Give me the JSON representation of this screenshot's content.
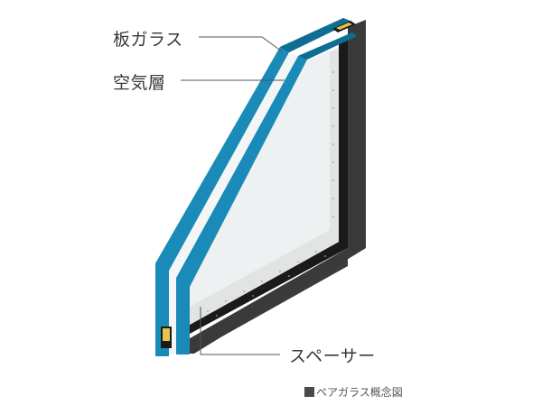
{
  "labels": {
    "glass": "板ガラス",
    "air_layer": "空気層",
    "spacer": "スペーサー"
  },
  "caption": {
    "marker": "■",
    "text": "ペアガラス概念図"
  },
  "colors": {
    "glass_edge": "#1a8ab8",
    "glass_edge_dark": "#0e6d93",
    "glass_face": "#eef1f1",
    "frame_dark": "#3c3c3c",
    "frame_black": "#1a1a1a",
    "spacer_gold": "#e8c24a",
    "leader_line": "#555555",
    "text": "#3a3a3a"
  }
}
